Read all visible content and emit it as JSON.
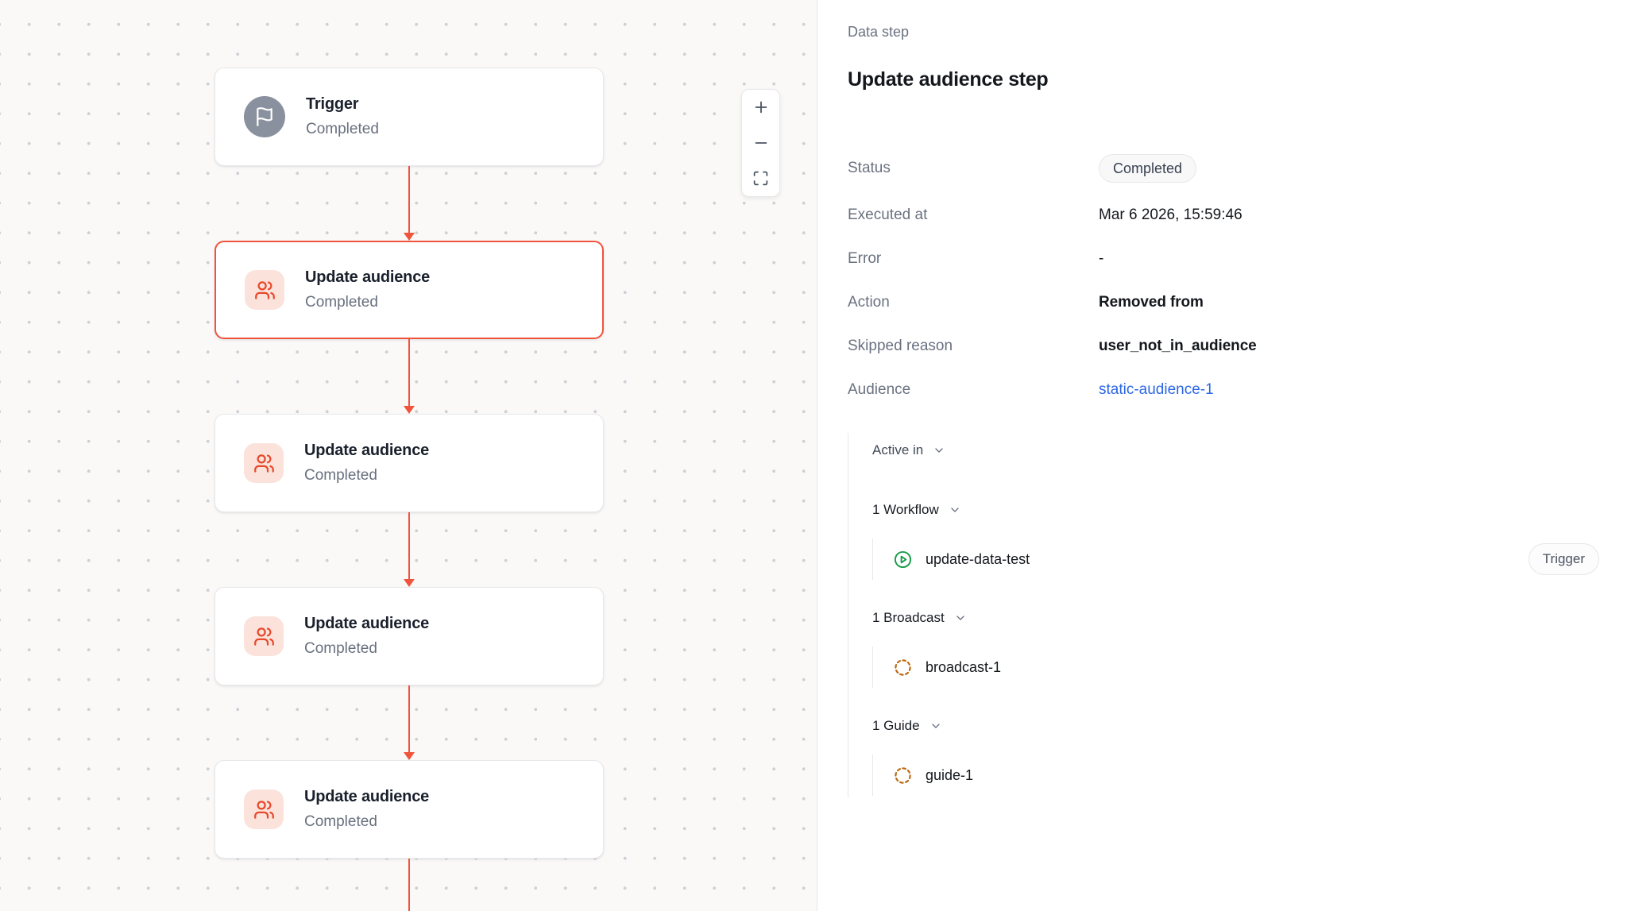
{
  "canvas": {
    "nodes": [
      {
        "title": "Trigger",
        "status": "Completed",
        "icon": "flag-icon",
        "selected": false
      },
      {
        "title": "Update audience",
        "status": "Completed",
        "icon": "users-icon",
        "selected": true
      },
      {
        "title": "Update audience",
        "status": "Completed",
        "icon": "users-icon",
        "selected": false
      },
      {
        "title": "Update audience",
        "status": "Completed",
        "icon": "users-icon",
        "selected": false
      },
      {
        "title": "Update audience",
        "status": "Completed",
        "icon": "users-icon",
        "selected": false
      }
    ],
    "zoom_toolbar": {
      "icons": [
        "plus-icon",
        "minus-icon",
        "maximize-icon"
      ]
    }
  },
  "panel": {
    "eyebrow": "Data step",
    "title": "Update audience step",
    "details": [
      {
        "label": "Status",
        "value": "Completed",
        "kind": "badge"
      },
      {
        "label": "Executed at",
        "value": "Mar 6 2026, 15:59:46",
        "kind": "text"
      },
      {
        "label": "Error",
        "value": "-",
        "kind": "text"
      },
      {
        "label": "Action",
        "value": "Removed from",
        "kind": "emphasis"
      },
      {
        "label": "Skipped reason",
        "value": "user_not_in_audience",
        "kind": "emphasis"
      },
      {
        "label": "Audience",
        "value": "static-audience-1",
        "kind": "link"
      }
    ],
    "active_in": {
      "label": "Active in",
      "groups": [
        {
          "label": "1 Workflow",
          "items": [
            {
              "name": "update-data-test",
              "icon": "circle-play-icon",
              "badge": "Trigger"
            }
          ]
        },
        {
          "label": "1 Broadcast",
          "items": [
            {
              "name": "broadcast-1",
              "icon": "dashed-circle-icon"
            }
          ]
        },
        {
          "label": "1 Guide",
          "items": [
            {
              "name": "guide-1",
              "icon": "dashed-circle-icon"
            }
          ]
        }
      ]
    }
  },
  "colors": {
    "accent": "#F0543C",
    "accent_soft_bg": "#FBE3DC",
    "trigger_icon_bg": "#8A919E",
    "link": "#2D67E5",
    "workflow_green": "#179A47",
    "dashed_amber": "#BD6A12",
    "canvas_bg": "#FAF9F8",
    "panel_border": "#E8E8EB",
    "text_dark": "#14171C",
    "text_gray": "#6A7280"
  }
}
